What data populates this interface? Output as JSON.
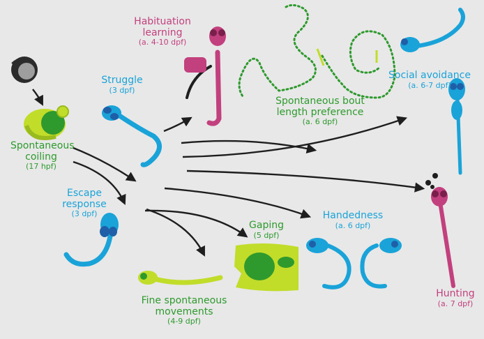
{
  "colors": {
    "pink": "#c2407e",
    "blue": "#1aa3d8",
    "green": "#2e9a2e",
    "lime": "#c2dc2a",
    "arrow": "#1e1e1e",
    "background": "#e8e8e8"
  },
  "behaviors": {
    "spontaneous_coiling": {
      "title_line1": "Spontaneous",
      "title_line2": "coiling",
      "age": "(17 hpf)"
    },
    "struggle": {
      "title": "Struggle",
      "age": "(3 dpf)"
    },
    "escape_response": {
      "title_line1": "Escape",
      "title_line2": "response",
      "age": "(3 dpf)"
    },
    "habituation_learning": {
      "title_line1": "Habituation",
      "title_line2": "learning",
      "age": "(a. 4-10 dpf)"
    },
    "bout_length_preference": {
      "title_line1": "Spontaneous bout",
      "title_line2": "length preference",
      "age": "(a. 6 dpf)"
    },
    "social_avoidance": {
      "title": "Social avoidance",
      "age": "(a. 6-7 dpf)"
    },
    "handedness": {
      "title": "Handedness",
      "age": "(a. 6 dpf)"
    },
    "gaping": {
      "title": "Gaping",
      "age": "(5 dpf)"
    },
    "fine_spontaneous_movements": {
      "title_line1": "Fine spontaneous",
      "title_line2": "movements",
      "age": "(4-9 dpf)"
    },
    "hunting": {
      "title": "Hunting",
      "age": "(a. 7 dpf)"
    }
  }
}
